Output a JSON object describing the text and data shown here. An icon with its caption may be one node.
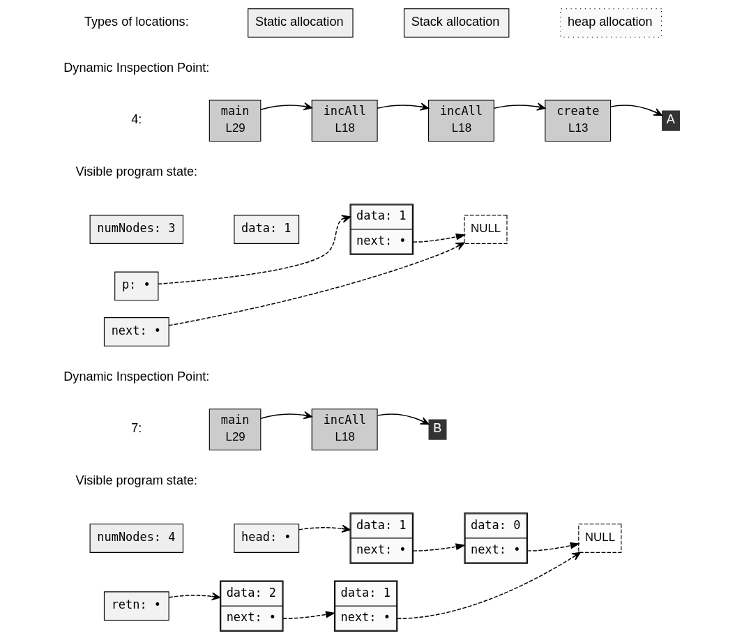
{
  "diagram": {
    "nodes": [
      {
        "text": [
          "Static allocation"
        ]
      },
      {
        "text": [
          "Stack allocation"
        ]
      },
      {
        "text": [
          "heap allocation"
        ]
      },
      {
        "text": [
          "main",
          "L29"
        ]
      },
      {
        "text": [
          "incAll",
          "L18"
        ]
      },
      {
        "text": [
          "incAll",
          "L18"
        ]
      },
      {
        "text": [
          "create",
          "L13"
        ]
      },
      {
        "text": [
          "A"
        ]
      },
      {
        "text": [
          "numNodes: 3"
        ]
      },
      {
        "text": [
          "data: 1"
        ]
      },
      {
        "text": [
          "p: •"
        ]
      },
      {
        "text": [
          "next: •"
        ]
      },
      {
        "text": [
          "data: 1",
          "next: •"
        ]
      },
      {
        "text": [
          "NULL"
        ]
      },
      {
        "text": [
          "main",
          "L29"
        ]
      },
      {
        "text": [
          "incAll",
          "L18"
        ]
      },
      {
        "text": [
          "B"
        ]
      },
      {
        "text": [
          "numNodes: 4"
        ]
      },
      {
        "text": [
          "head: •"
        ]
      },
      {
        "text": [
          "data: 1",
          "next: •"
        ]
      },
      {
        "text": [
          "data: 0",
          "next: •"
        ]
      },
      {
        "text": [
          "NULL"
        ]
      },
      {
        "text": [
          "retn: •"
        ]
      },
      {
        "text": [
          "data: 2",
          "next: •"
        ]
      },
      {
        "text": [
          "data: 1",
          "next: •"
        ]
      }
    ],
    "edges": [
      {
        "from": 3,
        "to": 4,
        "arrow": "to"
      },
      {
        "from": 4,
        "to": 5,
        "arrow": "to"
      },
      {
        "from": 5,
        "to": 6,
        "arrow": "to"
      },
      {
        "from": 6,
        "to": 7,
        "arrow": "to"
      },
      {
        "from": 10,
        "to": 12,
        "arrow": "to",
        "style": "dashed"
      },
      {
        "from": 12,
        "to": 13,
        "arrow": "to",
        "style": "dashed"
      },
      {
        "from": 11,
        "to": 13,
        "arrow": "to",
        "style": "dashed"
      },
      {
        "from": 14,
        "to": 15,
        "arrow": "to"
      },
      {
        "from": 15,
        "to": 16,
        "arrow": "to"
      },
      {
        "from": 18,
        "to": 19,
        "arrow": "to",
        "style": "dashed"
      },
      {
        "from": 19,
        "to": 20,
        "arrow": "to",
        "style": "dashed"
      },
      {
        "from": 20,
        "to": 21,
        "arrow": "to",
        "style": "dashed"
      },
      {
        "from": 22,
        "to": 23,
        "arrow": "to",
        "style": "dashed"
      },
      {
        "from": 23,
        "to": 24,
        "arrow": "to",
        "style": "dashed"
      },
      {
        "from": 24,
        "to": 21,
        "arrow": "to",
        "style": "dashed"
      }
    ],
    "labels": [
      "Types of locations:",
      "Dynamic Inspection Point:",
      "4:",
      "Visible program state:",
      "Dynamic Inspection Point:",
      "7:",
      "Visible program state:"
    ]
  }
}
